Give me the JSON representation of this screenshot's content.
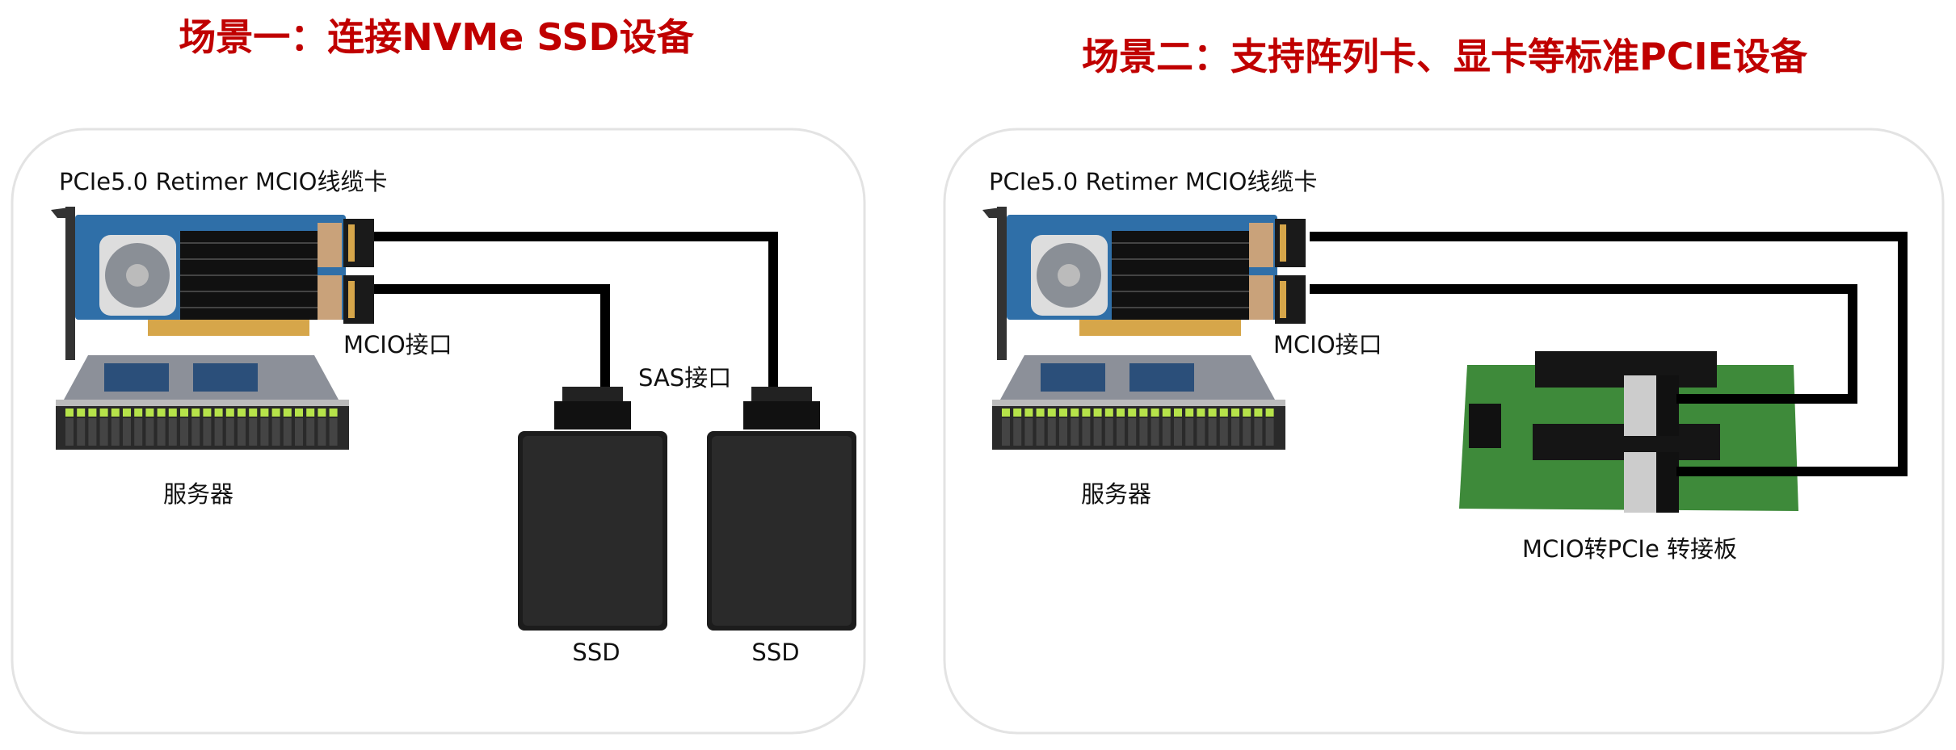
{
  "scenario1": {
    "title": "场景一：连接NVMe SSD设备",
    "card_label": "PCIe5.0 Retimer MCIO线缆卡",
    "mcio_port_label": "MCIO接口",
    "server_label": "服务器",
    "sas_port_label": "SAS接口",
    "ssd_labels": [
      "SSD",
      "SSD"
    ]
  },
  "scenario2": {
    "title": "场景二：支持阵列卡、显卡等标准PCIE设备",
    "card_label": "PCIe5.0 Retimer MCIO线缆卡",
    "mcio_port_label": "MCIO接口",
    "server_label": "服务器",
    "adapter_label": "MCIO转PCIe 转接板"
  },
  "colors": {
    "title": "#c00000",
    "cable": "#000000",
    "panel_border": "#e3e3e3",
    "pcb_blue": "#2f6fa8",
    "pcb_green": "#3e8a3a"
  }
}
